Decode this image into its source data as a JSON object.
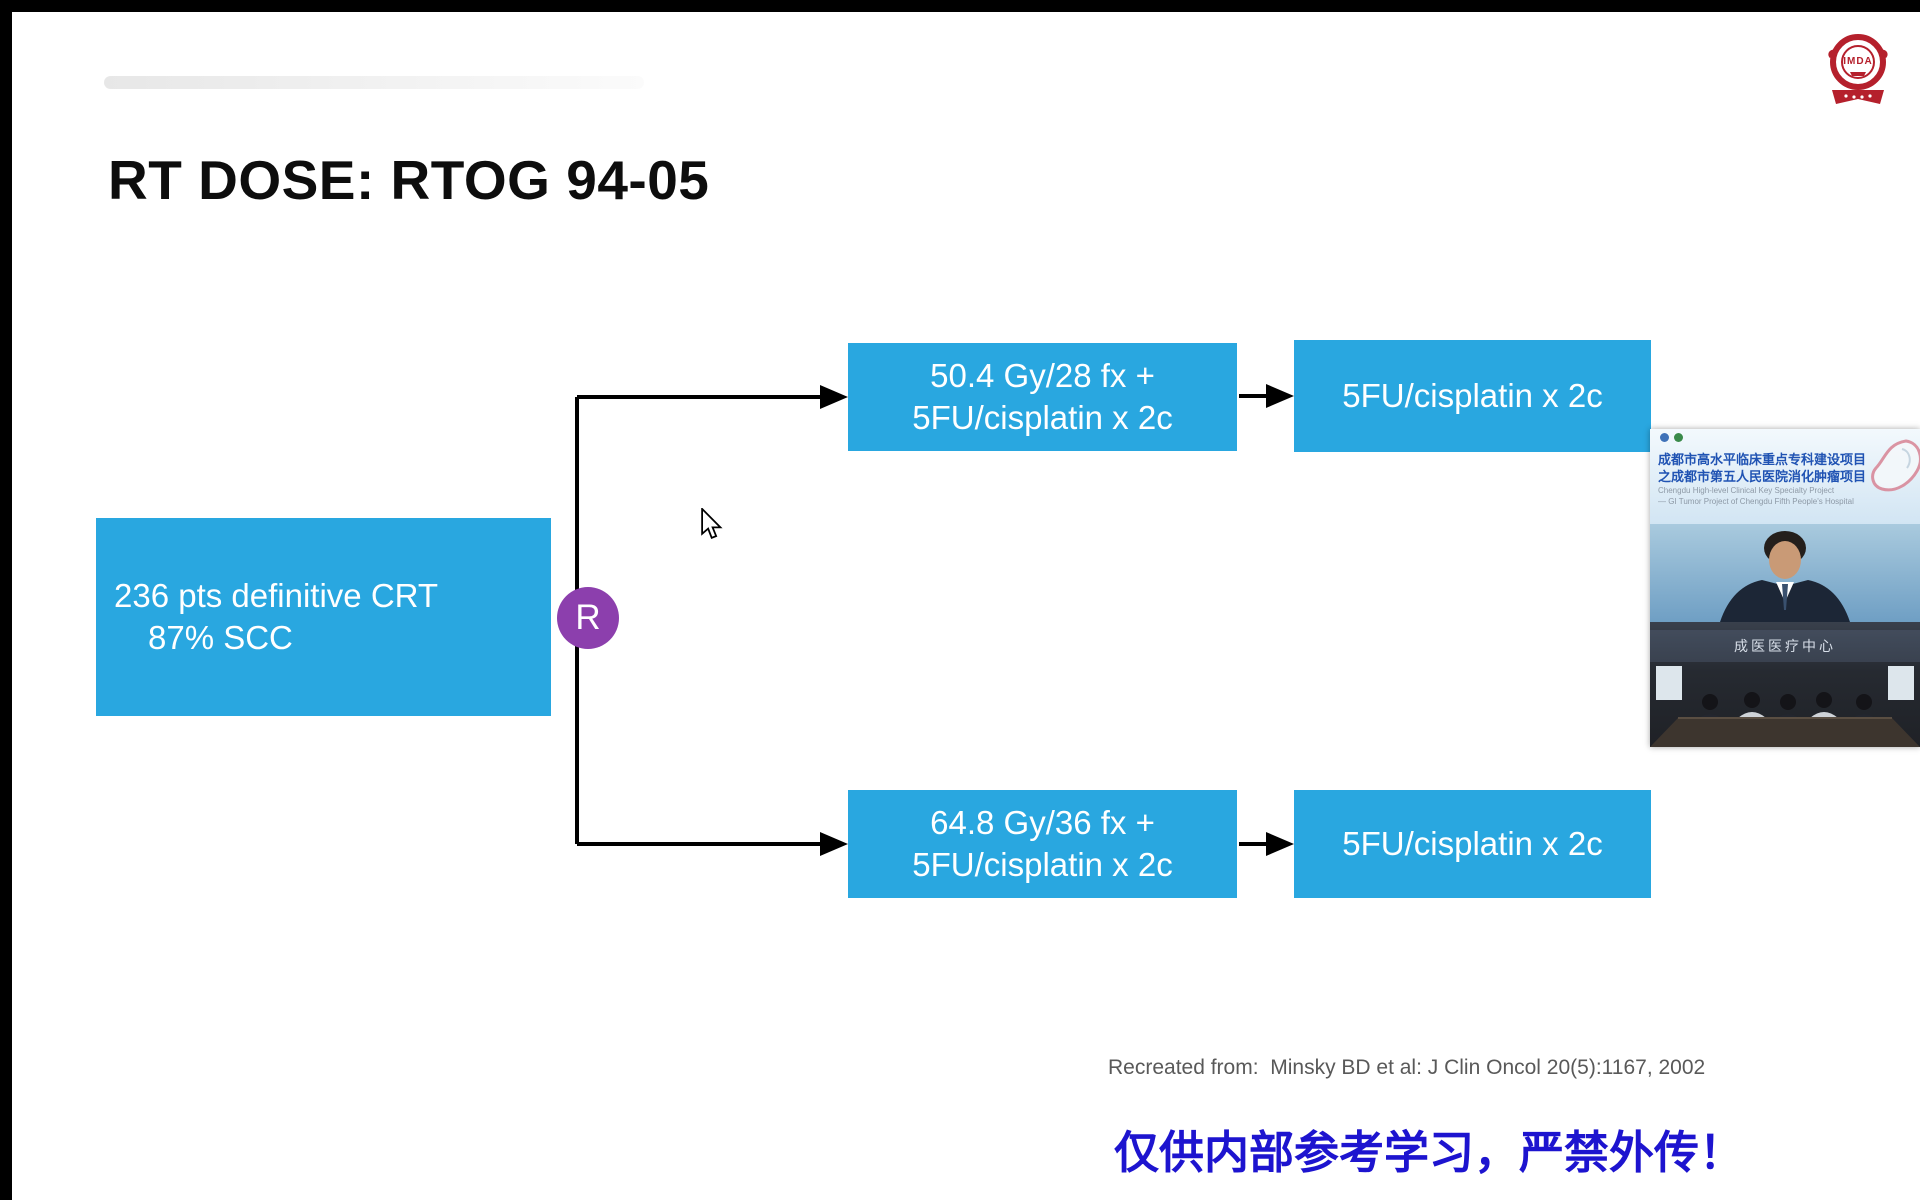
{
  "slide": {
    "title": "RT DOSE: RTOG 94-05",
    "citation": "Recreated from:  Minsky BD et al: J Clin Oncol 20(5):1167, 2002",
    "warning": "仅供内部参考学习，严禁外传！"
  },
  "diagram": {
    "entry": {
      "line1": "236 pts definitive CRT",
      "line2": "87% SCC"
    },
    "randomizer_label": "R",
    "arms": [
      {
        "treatment_line1": "50.4 Gy/28 fx +",
        "treatment_line2": "5FU/cisplatin x 2c",
        "followup": "5FU/cisplatin x 2c"
      },
      {
        "treatment_line1": "64.8 Gy/36 fx +",
        "treatment_line2": "5FU/cisplatin x 2c",
        "followup": "5FU/cisplatin x 2c"
      }
    ],
    "colors": {
      "box_fill": "#29a7e0",
      "box_text": "#ffffff",
      "randomizer_fill": "#8c3fad",
      "arrow": "#000000",
      "warning_text": "#1d14cf"
    }
  },
  "logo": {
    "label": "IMDA"
  },
  "video_window": {
    "header": {
      "line1": "成都市高水平临床重点专科建设项目",
      "line2": "之成都市第五人民医院消化肿瘤项目",
      "sub1": "Chengdu High-level Clinical Key Specialty Project",
      "sub2": "— GI Tumor Project of Chengdu Fifth People's Hospital"
    },
    "room_banner": "成医医疗中心"
  }
}
